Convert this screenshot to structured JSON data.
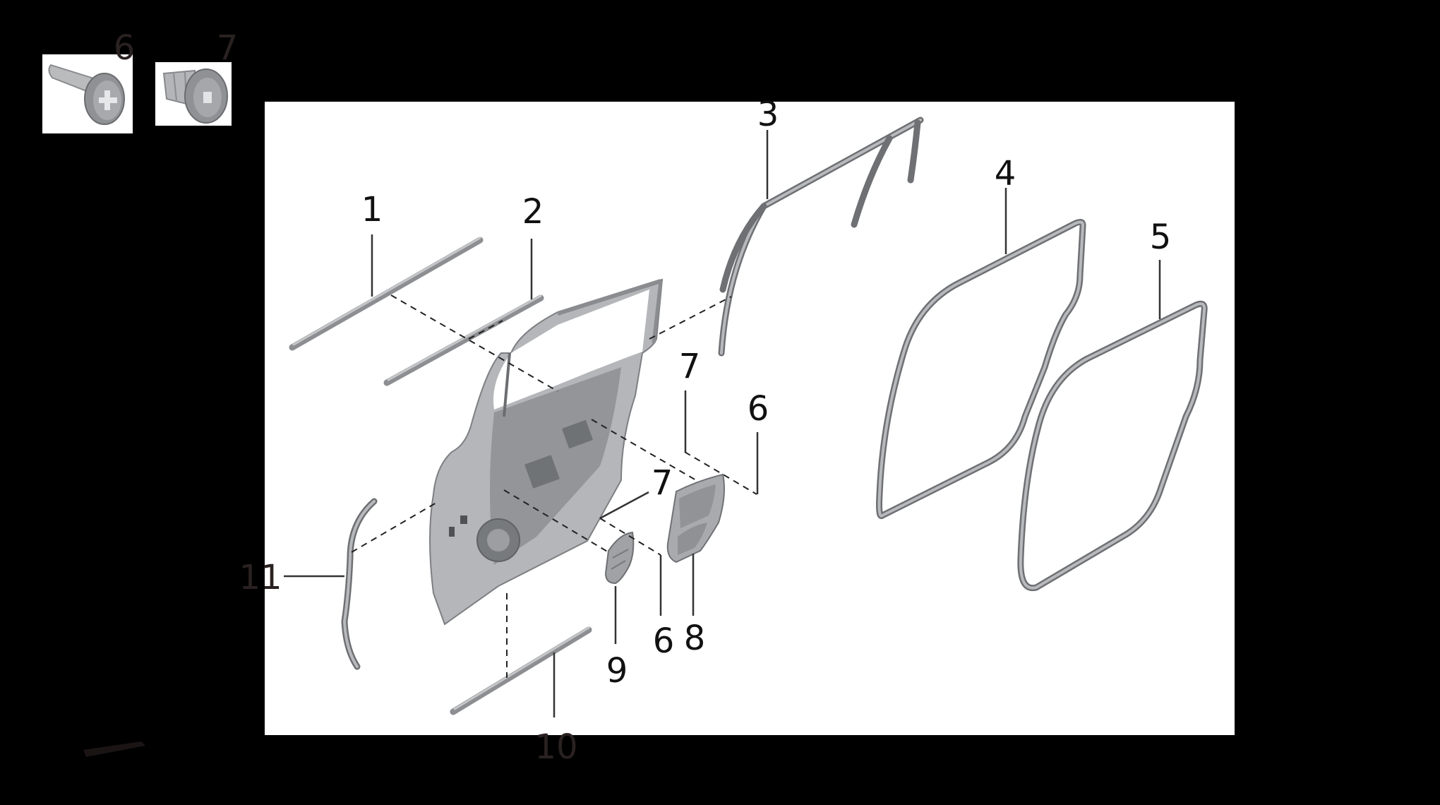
{
  "diagram": {
    "background": "#000000",
    "panel_color": "#ffffff",
    "part_color": "#9a9c9f",
    "callout_color": "#111111",
    "inset_parts": [
      {
        "number": "6",
        "name": "screw-fastener"
      },
      {
        "number": "7",
        "name": "expanding-nut"
      }
    ],
    "callouts": {
      "c1": "1",
      "c2": "2",
      "c3": "3",
      "c4": "4",
      "c5": "5",
      "c6a": "6",
      "c6b": "6",
      "c7a": "7",
      "c7b": "7",
      "c8": "8",
      "c9": "9",
      "c10": "10",
      "c11": "11",
      "inset6": "6",
      "inset7": "7"
    }
  }
}
